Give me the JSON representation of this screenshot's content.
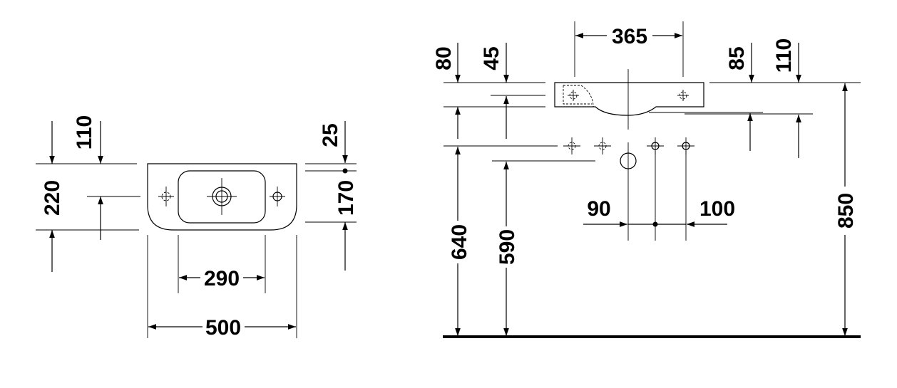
{
  "top_view": {
    "dim_110": "110",
    "dim_220": "220",
    "dim_25": "25",
    "dim_170": "170",
    "dim_290": "290",
    "dim_500": "500"
  },
  "side_view": {
    "dim_365": "365",
    "dim_80": "80",
    "dim_45": "45",
    "dim_85": "85",
    "dim_110": "110",
    "dim_90": "90",
    "dim_100": "100",
    "dim_640": "640",
    "dim_590": "590",
    "dim_850": "850"
  }
}
